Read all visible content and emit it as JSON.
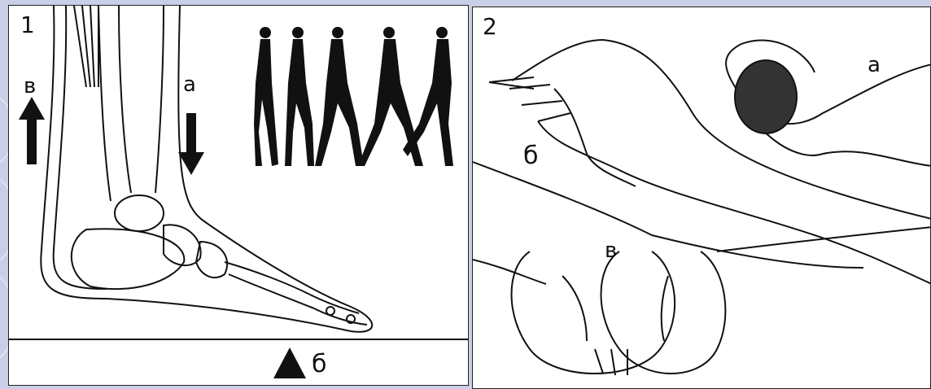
{
  "colors": {
    "background": "#c9cfe6",
    "panel": "#ffffff",
    "ink": "#111111"
  },
  "panel_1": {
    "number": "1",
    "label_a": "a",
    "label_b": "б",
    "label_v": "в"
  },
  "panel_2": {
    "number": "2",
    "label_a": "a",
    "label_b": "б",
    "label_v": "в"
  }
}
